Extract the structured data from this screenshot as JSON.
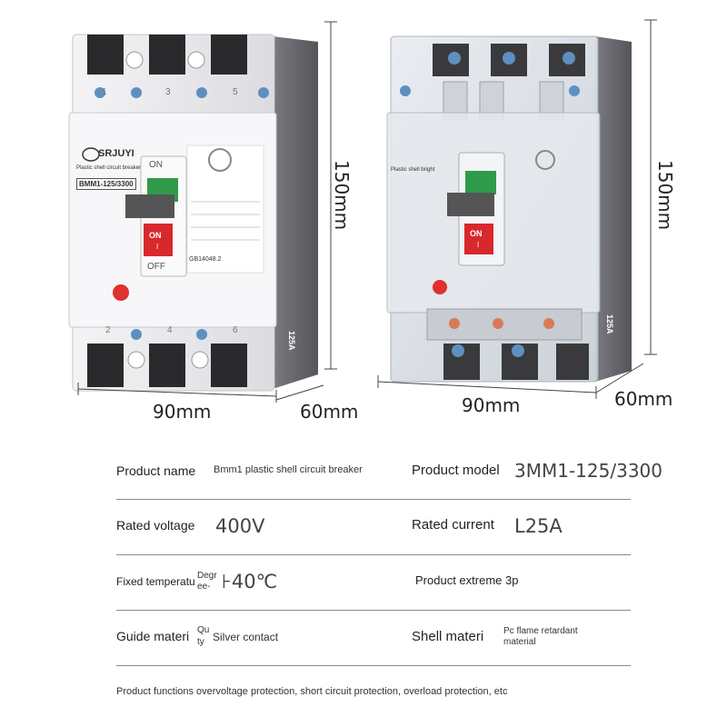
{
  "dimensions": {
    "left_width": "90mm",
    "left_depth": "60mm",
    "left_height": "150mm",
    "right_width": "90mm",
    "right_depth": "60mm",
    "right_height": "150mm"
  },
  "device_left": {
    "brand": "SRJUYI",
    "subtitle": "Plastic shell circuit breaker",
    "model_plate": "BMM1-125/3300",
    "on_label": "ON",
    "off_label": "OFF",
    "handle_on": "ON",
    "handle_on_sub": "I",
    "rating_tag": "125A",
    "standard": "GB14048.2",
    "terminal_top": [
      "1",
      "3",
      "5"
    ],
    "terminal_bottom": [
      "2",
      "4",
      "6"
    ]
  },
  "device_right": {
    "subtitle": "Plastic shell bright",
    "handle_on": "ON",
    "handle_on_sub": "I",
    "rating_tag": "125A"
  },
  "spec": {
    "product_name_label": "Product name",
    "product_name_value": "Bmm1 plastic shell circuit breaker",
    "product_model_label": "Product model",
    "product_model_value": "3MM1-125/3300",
    "rated_voltage_label": "Rated voltage",
    "rated_voltage_value": "400V",
    "rated_current_label": "Rated current",
    "rated_current_value": "L25A",
    "fixed_temp_label": "Fixed temperatu",
    "fixed_temp_unit_1": "Degr",
    "fixed_temp_unit_2": "ee-",
    "fixed_temp_value": "⊦40℃",
    "product_extreme_label": "Product extreme 3p",
    "guide_label": "Guide materi",
    "guide_unit_1": "Qu",
    "guide_unit_2": "ty",
    "guide_value": "Silver contact",
    "shell_label": "Shell materi",
    "shell_value_1": "Pc flame retardant",
    "shell_value_2": "material",
    "functions": "Product functions overvoltage protection, short circuit protection, overload protection, etc"
  },
  "colors": {
    "body_white": "#ececee",
    "side_gray": "#6b6b70",
    "handle_red": "#d8282c",
    "handle_green": "#2f9a4a",
    "rule_gray": "#8a8a8a"
  }
}
